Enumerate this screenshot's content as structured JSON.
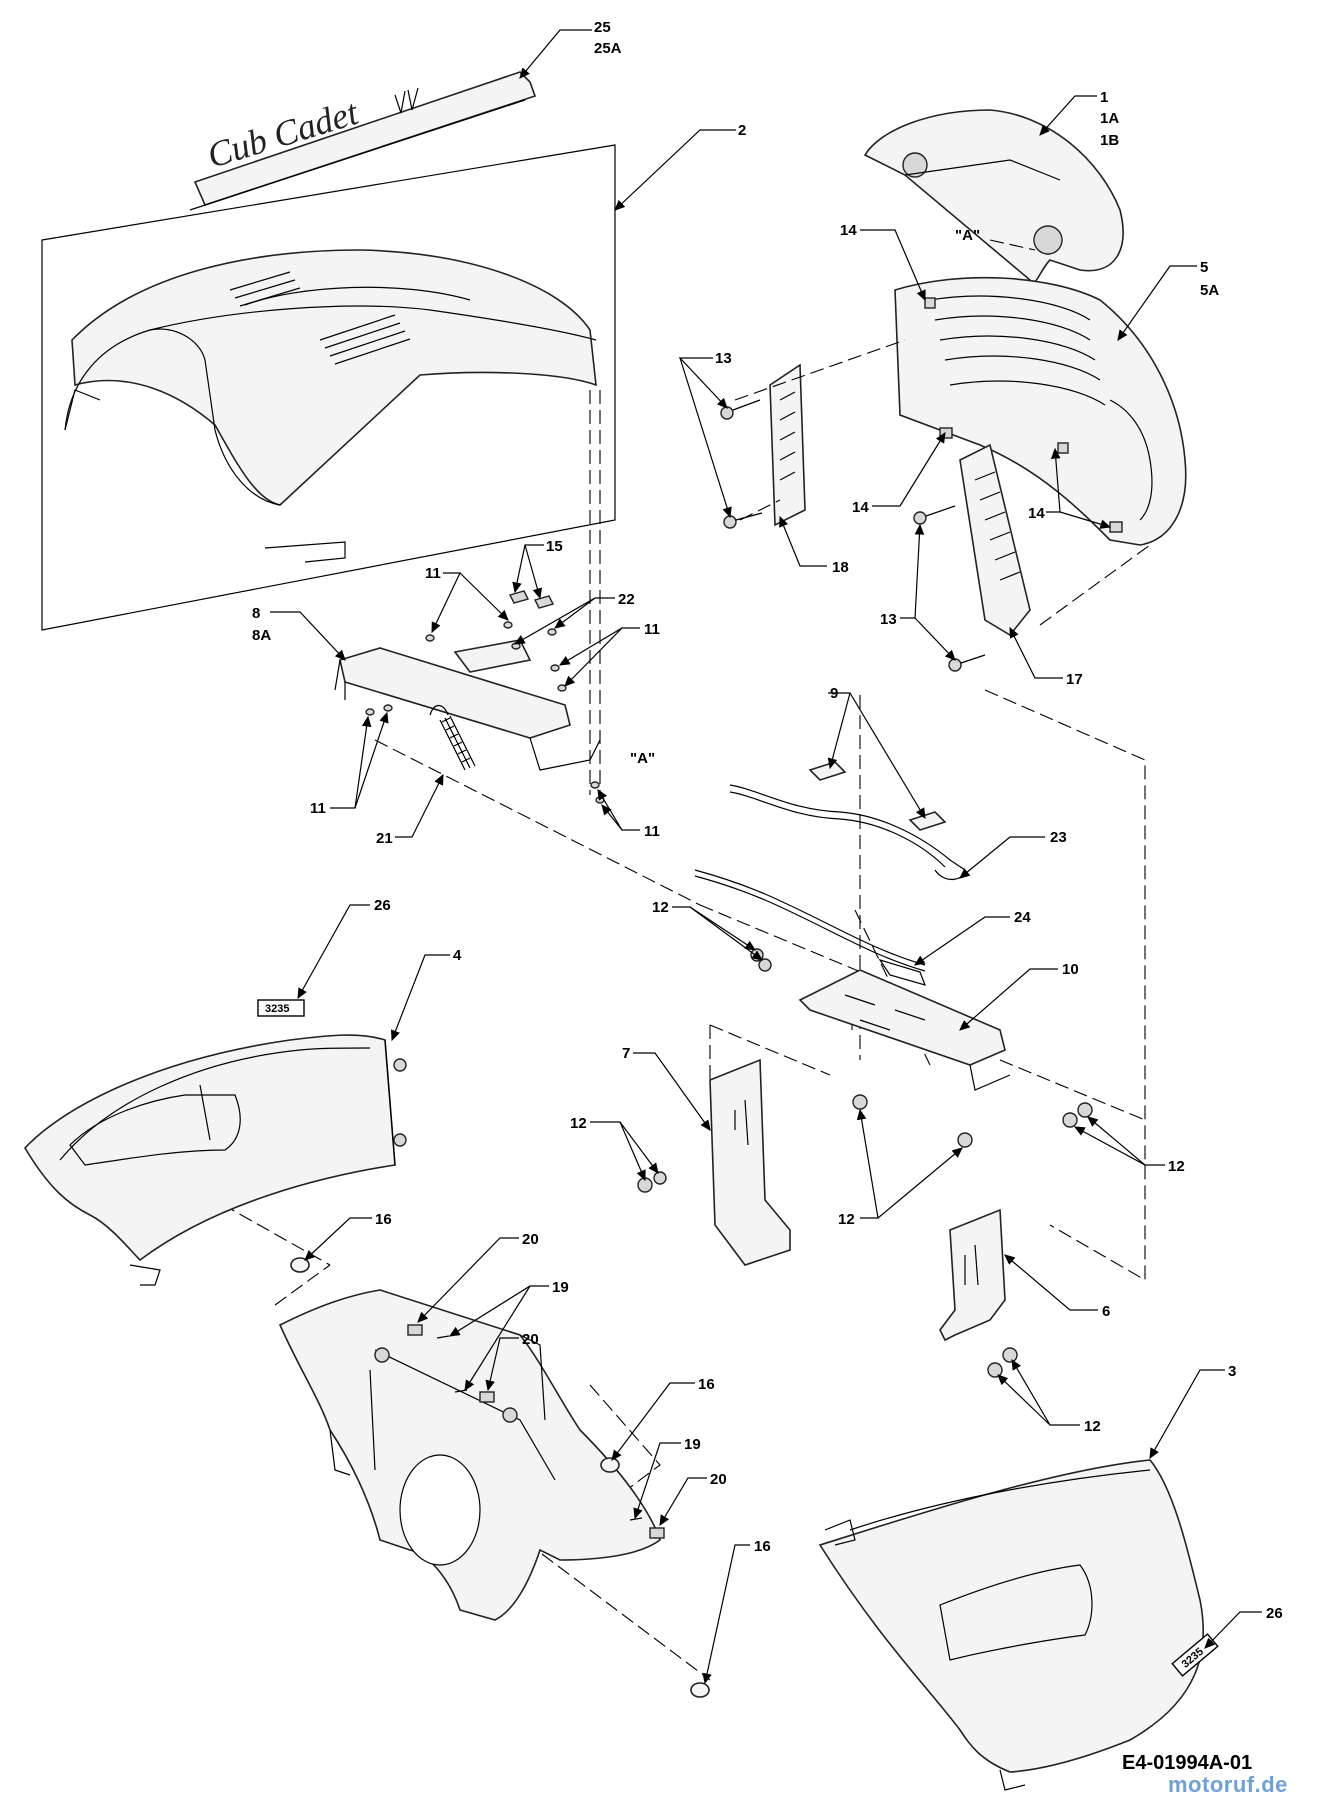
{
  "diagram": {
    "brand_decal_text": "Cub Cadet",
    "reference_label": "\"A\"",
    "badge_label": "3235",
    "document_code": "E4-01994A-01",
    "watermark": "motoruf.de"
  },
  "callouts": {
    "c25": "25",
    "c25a": "25A",
    "c1": "1",
    "c1a": "1A",
    "c1b": "1B",
    "c2": "2",
    "c14_top": "14",
    "c5": "5",
    "c5a": "5A",
    "c13_top": "13",
    "c18": "18",
    "c14_mid": "14",
    "c14_right": "14",
    "c13_bot": "13",
    "c17": "17",
    "c11_top": "11",
    "c15": "15",
    "c22": "22",
    "c8": "8",
    "c8a": "8A",
    "c11_r": "11",
    "c11_l": "11",
    "c21": "21",
    "c11_b": "11",
    "c9": "9",
    "c23": "23",
    "c26_l": "26",
    "c4": "4",
    "c12_a": "12",
    "c24": "24",
    "c10": "10",
    "c7": "7",
    "c12_b": "12",
    "c12_c": "12",
    "c12_d": "12",
    "c16_a": "16",
    "c20_a": "20",
    "c19_a": "19",
    "c20_b": "20",
    "c6": "6",
    "c16_b": "16",
    "c19_b": "19",
    "c20_c": "20",
    "c3": "3",
    "c12_e": "12",
    "c16_c": "16",
    "c26_r": "26"
  }
}
